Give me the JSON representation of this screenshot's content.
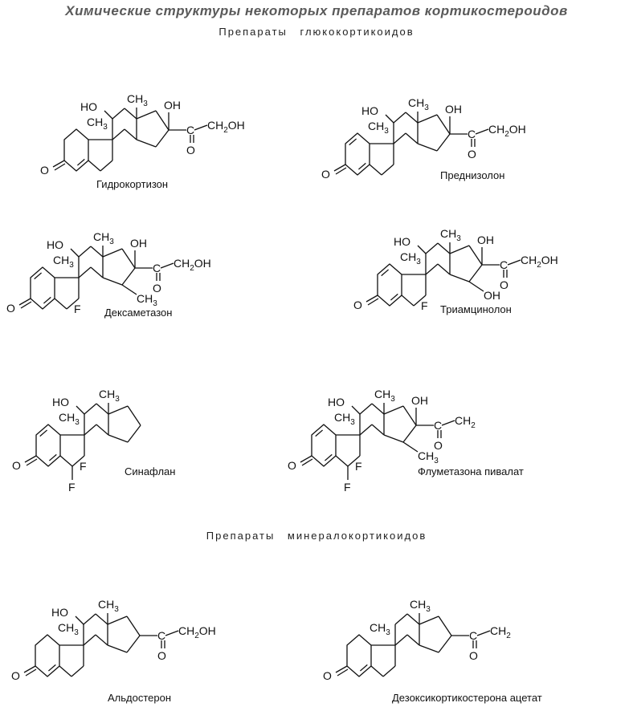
{
  "title": "Химические структуры некоторых препаратов кортикостероидов",
  "sections": {
    "glucocorticoids": "Препараты глюкокортикоидов",
    "mineralocorticoids": "Препараты минералокортикоидов"
  },
  "compounds": [
    {
      "name": "Гидрокортизон"
    },
    {
      "name": "Преднизолон"
    },
    {
      "name": "Дексаметазон"
    },
    {
      "name": "Триамцинолон"
    },
    {
      "name": "Синафлан"
    },
    {
      "name": "Флуметазона пивалат"
    },
    {
      "name": "Альдостерон"
    },
    {
      "name": "Дезоксикортикостерона ацетат"
    }
  ],
  "labels": {
    "ho": "HO",
    "oh": "OH",
    "ch3": "CH3",
    "o": "O",
    "f": "F",
    "ch2oh": "CH2OH",
    "ch2": "CH2",
    "c": "C"
  }
}
